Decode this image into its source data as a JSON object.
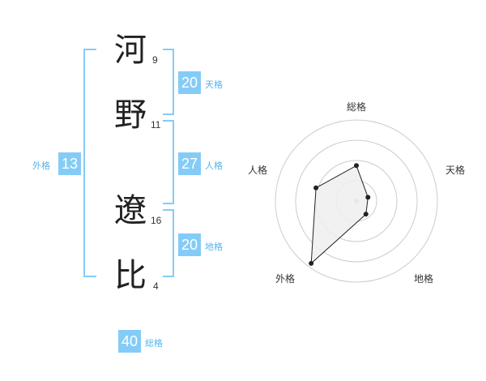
{
  "name": {
    "chars": [
      {
        "char": "河",
        "strokes": "9"
      },
      {
        "char": "野",
        "strokes": "11"
      },
      {
        "char": "遼",
        "strokes": "16"
      },
      {
        "char": "比",
        "strokes": "4"
      }
    ]
  },
  "fortunes": {
    "tenkaku": {
      "value": "20",
      "label": "天格"
    },
    "jinkaku": {
      "value": "27",
      "label": "人格"
    },
    "chikaku": {
      "value": "20",
      "label": "地格"
    },
    "gaikaku": {
      "value": "13",
      "label": "外格"
    },
    "soukaku": {
      "value": "40",
      "label": "総格"
    }
  },
  "radar": {
    "axes": [
      "総格",
      "天格",
      "地格",
      "外格",
      "人格"
    ],
    "levels": 4,
    "values": [
      1.75,
      0.6,
      0.8,
      3.8,
      2.1
    ],
    "max": 4,
    "fill": "#efefef",
    "stroke": "#222222",
    "ring_color": "#cccccc"
  },
  "colors": {
    "accent": "#84ccf7",
    "accent_text": "#55b4ec"
  }
}
